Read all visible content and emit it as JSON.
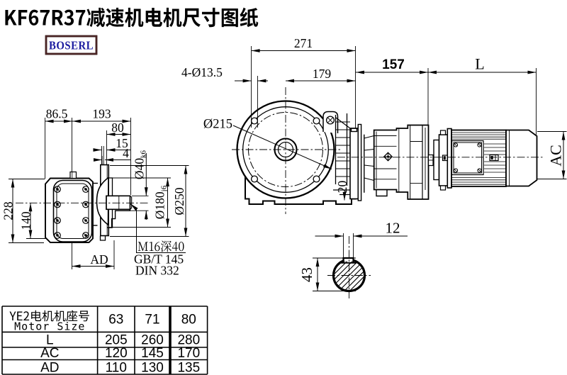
{
  "page": {
    "title": "KF67R37减速机电机尺寸图纸",
    "logo_text": "BOSERL",
    "background": "#ffffff"
  },
  "colors": {
    "ink": "#000000",
    "logo_text": "#1c1ca0",
    "logo_border": "#4a2424"
  },
  "views": {
    "side_view": {
      "dims": {
        "top_offset": "86.5",
        "total_width": "193",
        "flange_to_shaft_end": "80",
        "step_15": "15",
        "step_4": "4",
        "height": "228",
        "axis_height": "140",
        "bottom_width": "AD",
        "shaft_dia_main": "Ø40",
        "shaft_dia_tol": "k6",
        "spigot_dia_main": "Ø180",
        "spigot_dia_tol": "j6",
        "flange_dia": "Ø250",
        "tap_note_line1": "M16深40",
        "tap_note_line2": "GB/T 145",
        "tap_note_line3": "DIN 332"
      }
    },
    "front_view": {
      "dims": {
        "overall_width": "271",
        "center_to_face": "179",
        "bolt_holes": "4-Ø13.5",
        "flange_circle": "Ø215",
        "foot_thickness": "20"
      }
    },
    "motor_view": {
      "dims": {
        "gear_unit_length": "157",
        "motor_length": "L",
        "motor_diameter": "AC"
      }
    },
    "shaft_section": {
      "dims": {
        "key_width": "12",
        "bore_with_key": "43"
      }
    }
  },
  "table": {
    "header_col_line1": "YE2电机机座号",
    "header_col_line2": "Motor Size",
    "frame_sizes": [
      "63",
      "71",
      "80"
    ],
    "rows": [
      {
        "label": "L",
        "values": [
          "205",
          "260",
          "280"
        ]
      },
      {
        "label": "AC",
        "values": [
          "120",
          "145",
          "170"
        ]
      },
      {
        "label": "AD",
        "values": [
          "110",
          "130",
          "135"
        ]
      }
    ]
  }
}
